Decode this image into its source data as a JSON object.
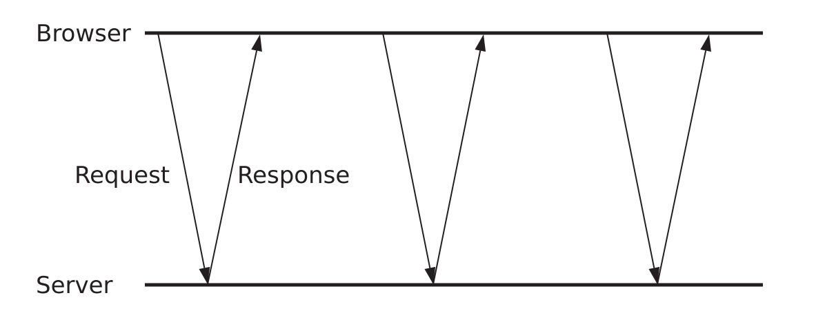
{
  "lanes": {
    "top_label": "Browser",
    "bottom_label": "Server"
  },
  "messages": {
    "request_label": "Request",
    "response_label": "Response"
  },
  "exchanges_count": 3,
  "colors": {
    "ink": "#231f20",
    "background": "#ffffff"
  }
}
